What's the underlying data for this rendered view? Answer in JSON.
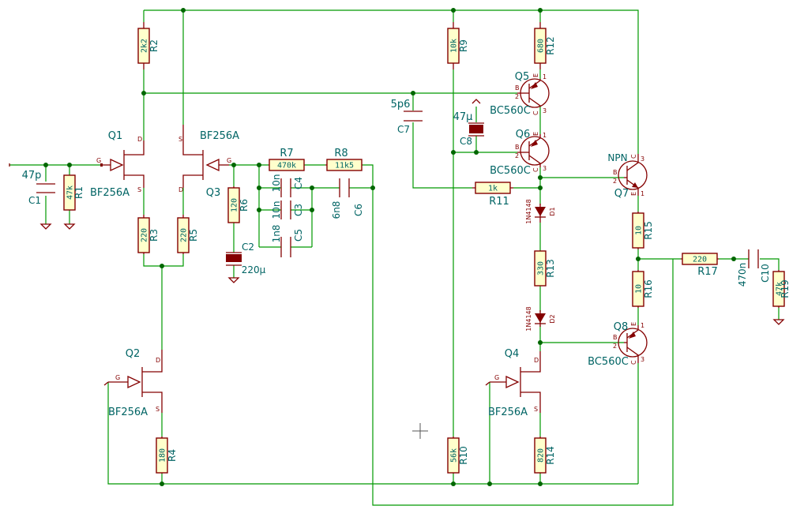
{
  "colors": {
    "wire": "#009900",
    "component": "#840000",
    "text": "#006464",
    "junction": "#006600",
    "resistor_fill": "#ffffcc"
  },
  "components": {
    "R1": {
      "ref": "R1",
      "value": "47k"
    },
    "R2": {
      "ref": "R2",
      "value": "2k2"
    },
    "R3": {
      "ref": "R3",
      "value": "220"
    },
    "R4": {
      "ref": "R4",
      "value": "180"
    },
    "R5": {
      "ref": "R5",
      "value": "220"
    },
    "R6": {
      "ref": "R6",
      "value": "120"
    },
    "R7": {
      "ref": "R7",
      "value": "470k"
    },
    "R8": {
      "ref": "R8",
      "value": "11k5"
    },
    "R9": {
      "ref": "R9",
      "value": "10k"
    },
    "R10": {
      "ref": "R10",
      "value": "56k"
    },
    "R11": {
      "ref": "R11",
      "value": "1k"
    },
    "R12": {
      "ref": "R12",
      "value": "680"
    },
    "R13": {
      "ref": "R13",
      "value": "330"
    },
    "R14": {
      "ref": "R14",
      "value": "820"
    },
    "R15": {
      "ref": "R15",
      "value": "10"
    },
    "R16": {
      "ref": "R16",
      "value": "10"
    },
    "R17": {
      "ref": "R17",
      "value": "220"
    },
    "R19": {
      "ref": "R19",
      "value": "47k"
    },
    "C1": {
      "ref": "C1",
      "value": "47p"
    },
    "C2": {
      "ref": "C2",
      "value": "220μ"
    },
    "C3": {
      "ref": "C3",
      "value": "10n"
    },
    "C4": {
      "ref": "C4",
      "value": "10n"
    },
    "C5": {
      "ref": "C5",
      "value": "1n8"
    },
    "C6": {
      "ref": "C6",
      "value": "6n8"
    },
    "C7": {
      "ref": "C7",
      "value": "5p6"
    },
    "C8": {
      "ref": "C8",
      "value": "47μ"
    },
    "C10": {
      "ref": "C10",
      "value": "470n"
    },
    "D1": {
      "ref": "D1",
      "value": "1N4148"
    },
    "D2": {
      "ref": "D2",
      "value": "1N4148"
    },
    "Q1": {
      "ref": "Q1",
      "value": "BF256A"
    },
    "Q2": {
      "ref": "Q2",
      "value": "BF256A"
    },
    "Q3": {
      "ref": "Q3",
      "value": "BF256A"
    },
    "Q4": {
      "ref": "Q4",
      "value": "BF256A"
    },
    "Q5": {
      "ref": "Q5",
      "value": "BC560C"
    },
    "Q6": {
      "ref": "Q6",
      "value": "BC560C"
    },
    "Q7": {
      "ref": "Q7",
      "value": "NPN"
    },
    "Q8": {
      "ref": "Q8",
      "value": "BC560C"
    }
  },
  "pins": {
    "G": "G",
    "S": "S",
    "D": "D",
    "B": "B",
    "C": "C",
    "E": "E",
    "n1": "1",
    "n2": "2",
    "n3": "3"
  }
}
